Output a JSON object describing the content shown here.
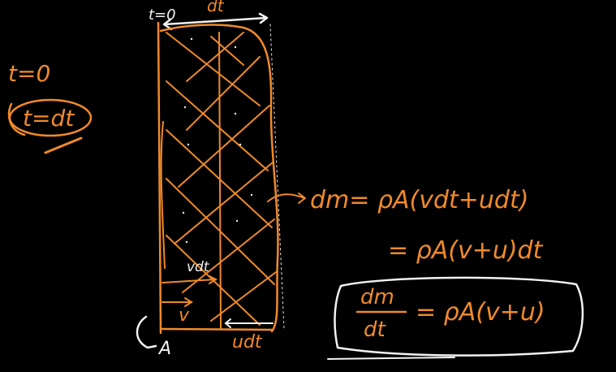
{
  "colors": {
    "background": "#000000",
    "orange_ink": "#f08a2a",
    "white_ink": "#f2f2f2"
  },
  "labels": {
    "t0_top": "t=0",
    "dt_top": "dt",
    "t0_left": "t=0",
    "tdt_left": "t=dt",
    "vdt_inside": "vdt",
    "v_bottom": "v",
    "a_label": "A",
    "udt_bottom": "udt"
  },
  "equations": {
    "line1": "dm= ρA(vdt+udt)",
    "line2": "= ρA(v+u)dt",
    "frac_num": "dm",
    "frac_den": "dt",
    "frac_rhs": "= ρA(v+u)"
  }
}
